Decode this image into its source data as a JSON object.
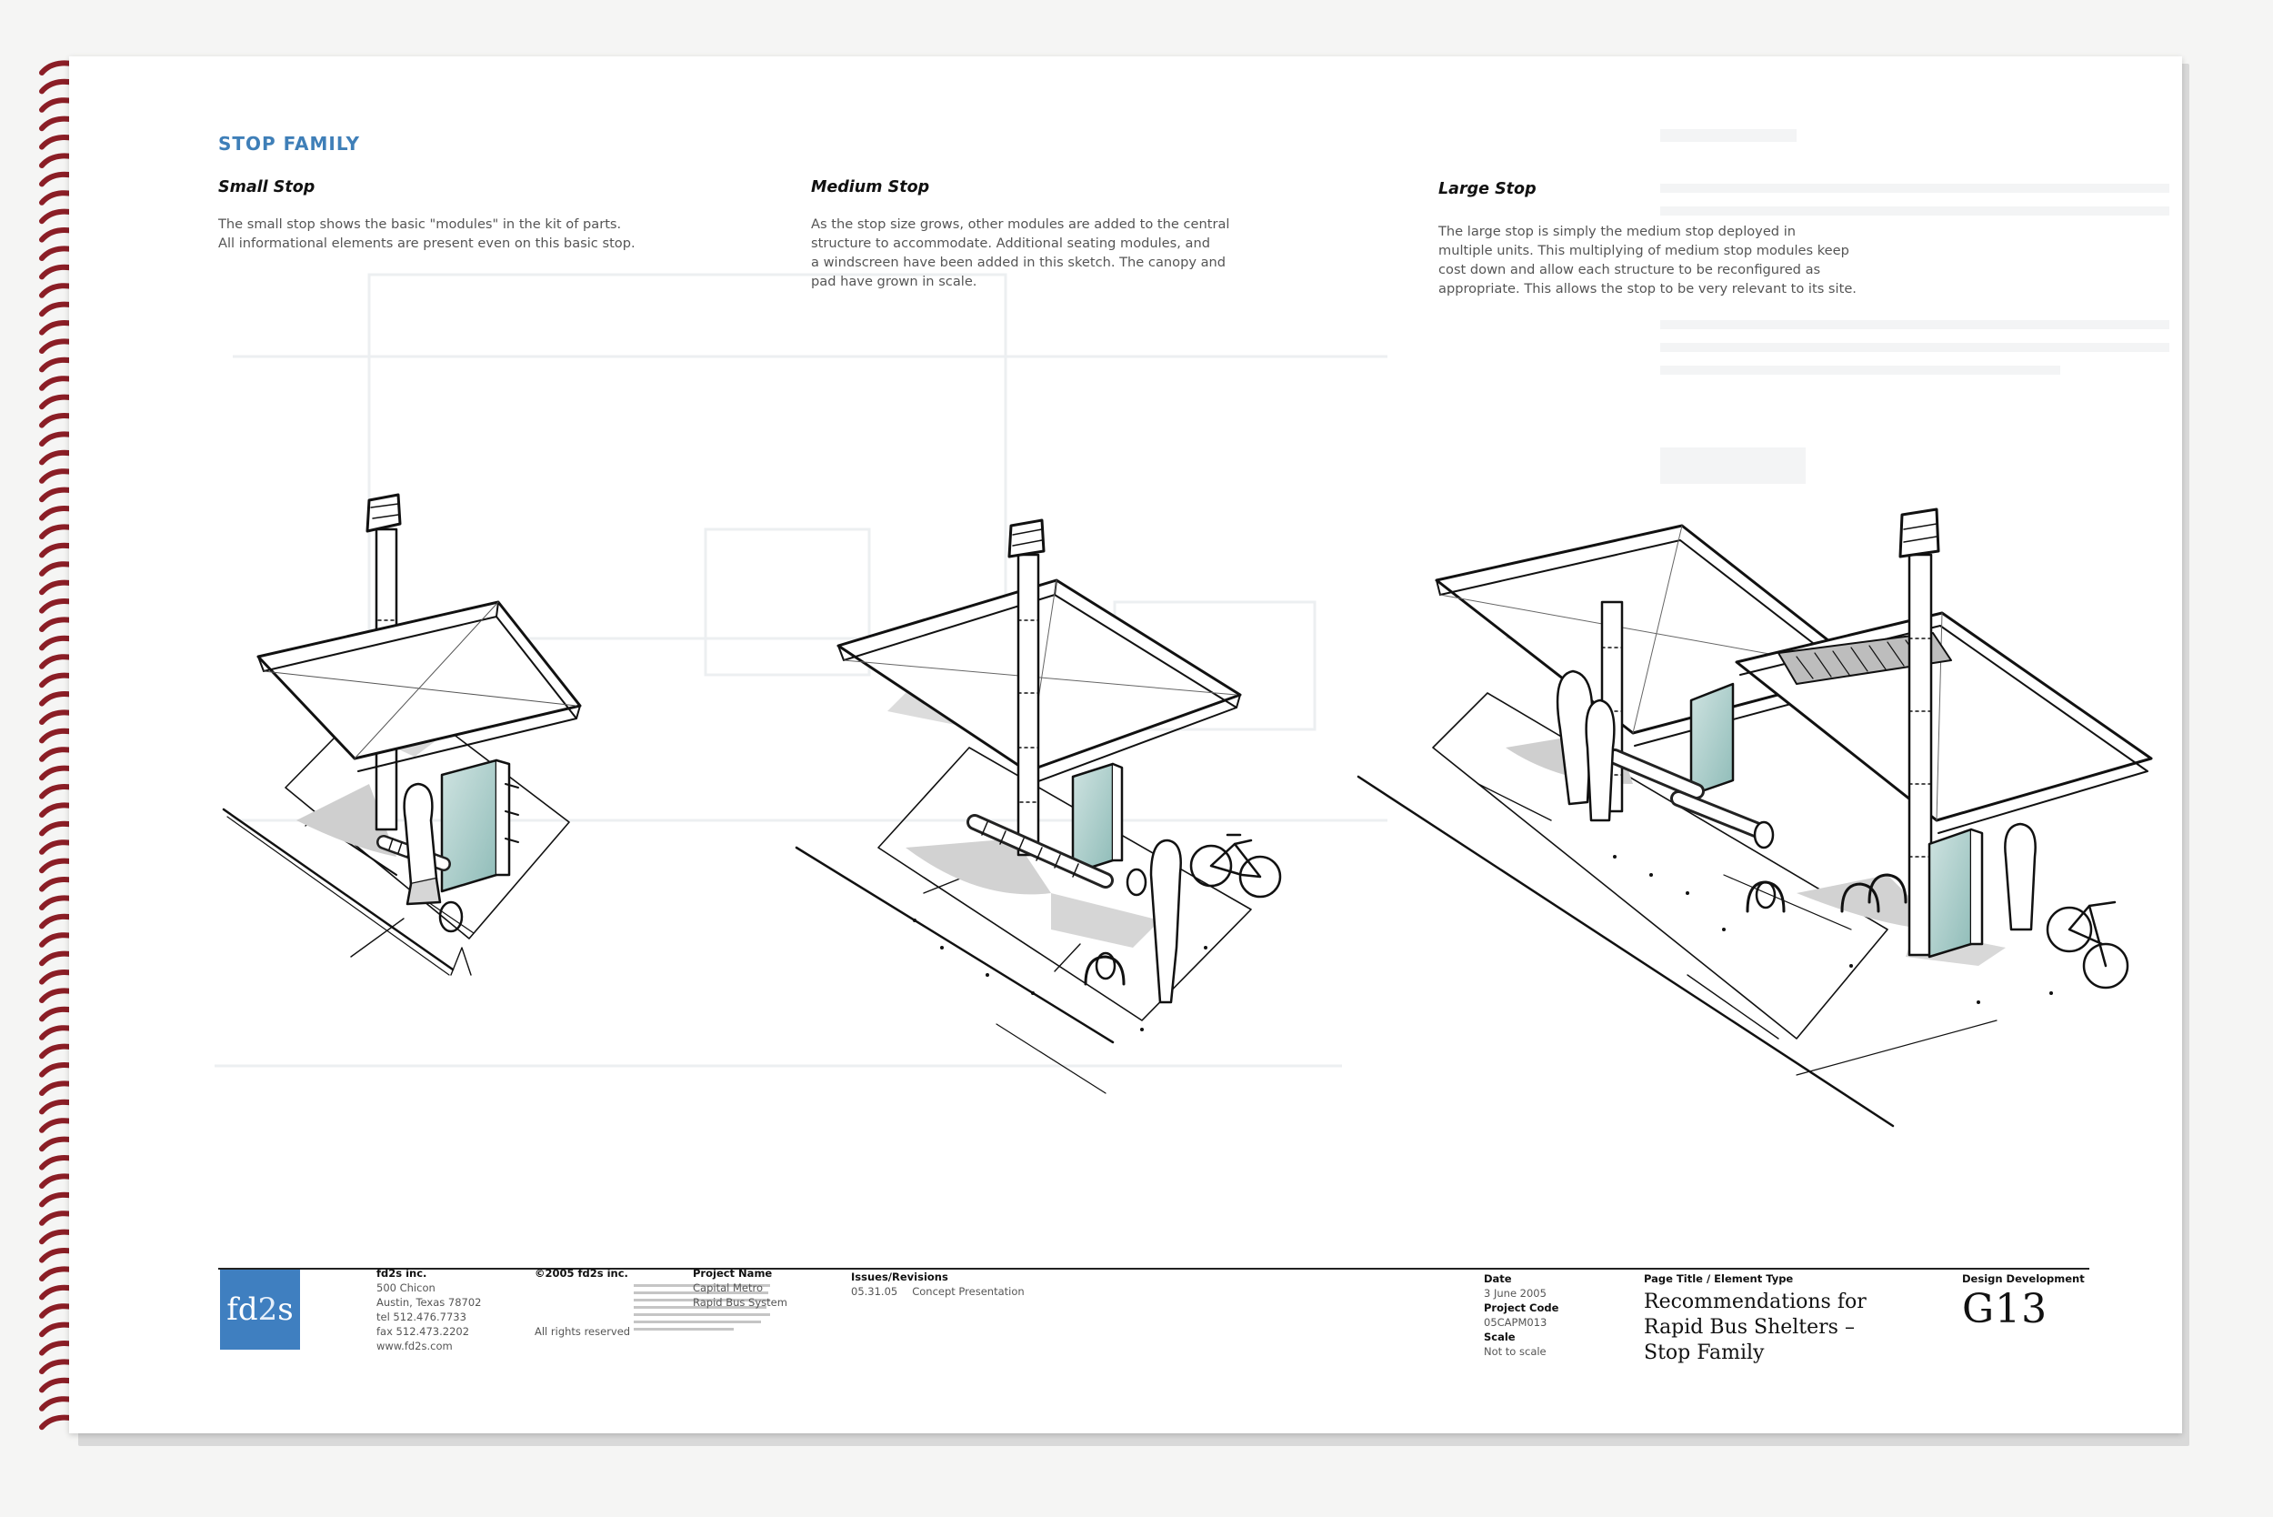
{
  "heading": "STOP FAMILY",
  "columns": [
    {
      "title": "Small Stop",
      "lines": [
        "The small stop shows the basic \"modules\" in the kit of parts.",
        "All informational elements are present even on this basic stop."
      ]
    },
    {
      "title": "Medium Stop",
      "lines": [
        "As the stop size grows, other modules are added to the central",
        "structure to accommodate. Additional seating modules, and",
        "a windscreen have been added in this sketch. The canopy and",
        "pad have grown in scale."
      ]
    },
    {
      "title": "Large Stop",
      "lines": [
        "The large stop is simply the medium stop deployed in",
        "multiple units. This multiplying of medium stop modules keep",
        "cost down and allow each structure to be reconfigured as",
        "appropriate. This allows the stop to be very relevant to its site."
      ]
    }
  ],
  "footer": {
    "logo": {
      "pre": "fd",
      "mid": "2",
      "post": "s"
    },
    "company": {
      "name": "fd2s inc.",
      "address1": "500 Chicon",
      "address2": "Austin, Texas 78702",
      "tel": "tel 512.476.7733",
      "fax": "fax 512.473.2202",
      "web": "www.fd2s.com"
    },
    "copyright": {
      "title": "©2005 fd2s inc.",
      "rights": "All rights reserved"
    },
    "project": {
      "label": "Project Name",
      "line1": "Capital Metro",
      "line2": "Rapid Bus System"
    },
    "issues": {
      "label": "Issues/Revisions",
      "date": "05.31.05",
      "desc": "Concept Presentation"
    },
    "meta": {
      "date_label": "Date",
      "date": "3 June 2005",
      "code_label": "Project Code",
      "code": "05CAPM013",
      "scale_label": "Scale",
      "scale": "Not to scale"
    },
    "page_title": {
      "label": "Page Title / Element Type",
      "line1": "Recommendations for",
      "line2": "Rapid Bus Shelters –",
      "line3": "Stop Family"
    },
    "design": {
      "label": "Design Development",
      "code": "G13"
    }
  }
}
